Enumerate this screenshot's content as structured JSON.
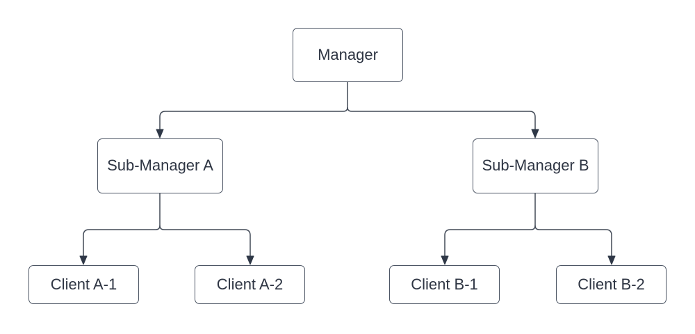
{
  "diagram": {
    "type": "org-chart",
    "background_color": "#ffffff",
    "line_color": "#424a57",
    "arrow_color": "#2f3847",
    "node_border_color": "#4c5564",
    "node_fill_color": "#ffffff",
    "text_color": "#2e3543",
    "nodes": [
      {
        "id": "manager",
        "label": "Manager",
        "level": 1
      },
      {
        "id": "sub-a",
        "label": "Sub-Manager A",
        "level": 2
      },
      {
        "id": "sub-b",
        "label": "Sub-Manager B",
        "level": 2
      },
      {
        "id": "client-a1",
        "label": "Client A-1",
        "level": 3
      },
      {
        "id": "client-a2",
        "label": "Client A-2",
        "level": 3
      },
      {
        "id": "client-b1",
        "label": "Client B-1",
        "level": 3
      },
      {
        "id": "client-b2",
        "label": "Client B-2",
        "level": 3
      }
    ],
    "edges": [
      {
        "from": "manager",
        "to": "sub-a"
      },
      {
        "from": "manager",
        "to": "sub-b"
      },
      {
        "from": "sub-a",
        "to": "client-a1"
      },
      {
        "from": "sub-a",
        "to": "client-a2"
      },
      {
        "from": "sub-b",
        "to": "client-b1"
      },
      {
        "from": "sub-b",
        "to": "client-b2"
      }
    ]
  }
}
